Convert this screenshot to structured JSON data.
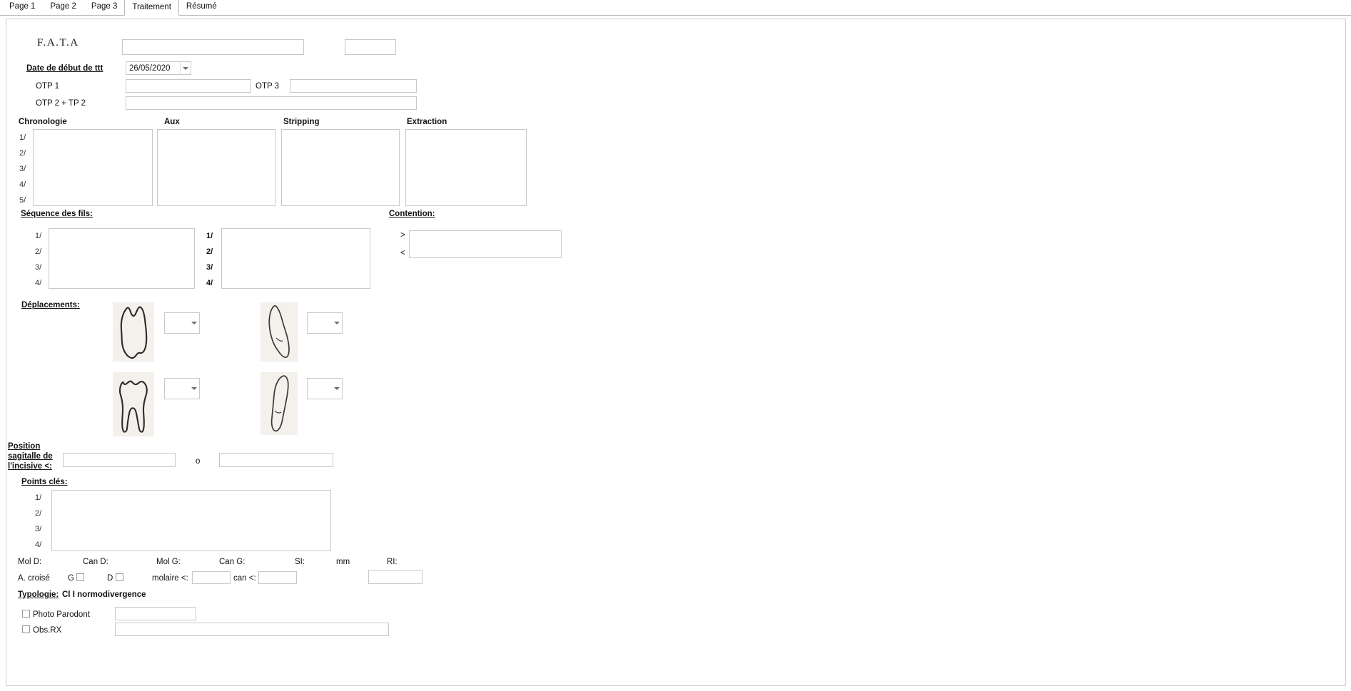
{
  "tabs": [
    {
      "label": "Page 1",
      "active": false
    },
    {
      "label": "Page 2",
      "active": false
    },
    {
      "label": "Page 3",
      "active": false
    },
    {
      "label": "Traitement",
      "active": true
    },
    {
      "label": "Résumé",
      "active": false
    }
  ],
  "header": {
    "title": "F.A.T.A",
    "title_field_value": "",
    "aux_field_value": ""
  },
  "start_date": {
    "label": "Date de début de ttt",
    "value": "26/05/2020"
  },
  "otp": {
    "otp1_label": "OTP 1",
    "otp1_value": "",
    "otp3_label": "OTP 3",
    "otp3_value": "",
    "otp2_label": "OTP 2 + TP 2",
    "otp2_value": ""
  },
  "columns": {
    "headers": [
      "Chronologie",
      "Aux",
      "Stripping",
      "Extraction"
    ],
    "row_labels": [
      "1/",
      "2/",
      "3/",
      "4/",
      "5/"
    ],
    "values": [
      "",
      "",
      "",
      ""
    ]
  },
  "sequence": {
    "title": "Séquence des fils:",
    "left_labels": [
      "1/",
      "2/",
      "3/",
      "4/"
    ],
    "right_labels": [
      "1/",
      "2/",
      "3/",
      "4/"
    ],
    "left_value": "",
    "right_value": ""
  },
  "contention": {
    "title": "Contention:",
    "sym_upper": ">",
    "sym_lower": "<",
    "value": ""
  },
  "deplacements": {
    "title": "Déplacements:",
    "items": [
      {
        "tooth": "upper-incisor-frontal-sketch",
        "select_value": ""
      },
      {
        "tooth": "upper-incisor-lateral-sketch",
        "select_value": ""
      },
      {
        "tooth": "lower-molar-frontal-sketch",
        "select_value": ""
      },
      {
        "tooth": "lower-incisor-lateral-sketch",
        "select_value": ""
      }
    ]
  },
  "position_sagittale": {
    "line1": "Position ",
    "line2": "sagitalle de",
    "line3": "l'incisive <:",
    "value_left": "",
    "degree_symbol": "o",
    "value_right": ""
  },
  "points_cles": {
    "title": "Points clés:",
    "row_labels": [
      "1/",
      "2/",
      "3/",
      "4/"
    ],
    "value": ""
  },
  "measures": {
    "mol_d_label": "Mol D:",
    "can_d_label": "Can D:",
    "mol_g_label": "Mol G:",
    "can_g_label": "Can G:",
    "si_label": "SI:",
    "mm_label": "mm",
    "ri_label": "RI:",
    "ri_value": "",
    "a_croise_label": "A. croisé",
    "g_label": "G",
    "d_label": "D",
    "molaire_label": "molaire <:",
    "molaire_value": "",
    "can_label": "can <:",
    "can_value": ""
  },
  "typologie": {
    "label": "Typologie:",
    "value": "Cl I normodivergence"
  },
  "bottom": {
    "photo_label": "Photo Parodont",
    "photo_value": "",
    "obs_label": "Obs.RX",
    "obs_value": ""
  }
}
